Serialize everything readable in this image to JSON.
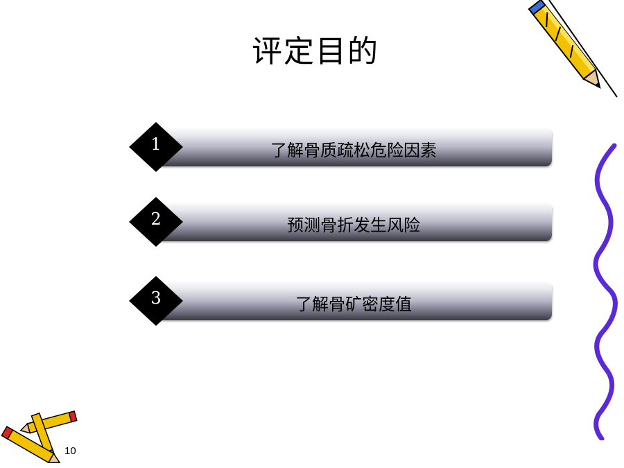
{
  "slide": {
    "title": "评定目的",
    "items": [
      {
        "number": "1",
        "text": "了解骨质疏松危险因素"
      },
      {
        "number": "2",
        "text": "预测骨折发生风险"
      },
      {
        "number": "3",
        "text": "了解骨矿密度值"
      }
    ],
    "page_number": "10"
  },
  "decorations": {
    "top_right": "pencil-icon",
    "bottom_left": "pencils-icon",
    "right_edge": "purple-squiggle-border"
  },
  "colors": {
    "diamond": "#000000",
    "squiggle": "#5a2ad8",
    "pencil": "#f2c200"
  }
}
